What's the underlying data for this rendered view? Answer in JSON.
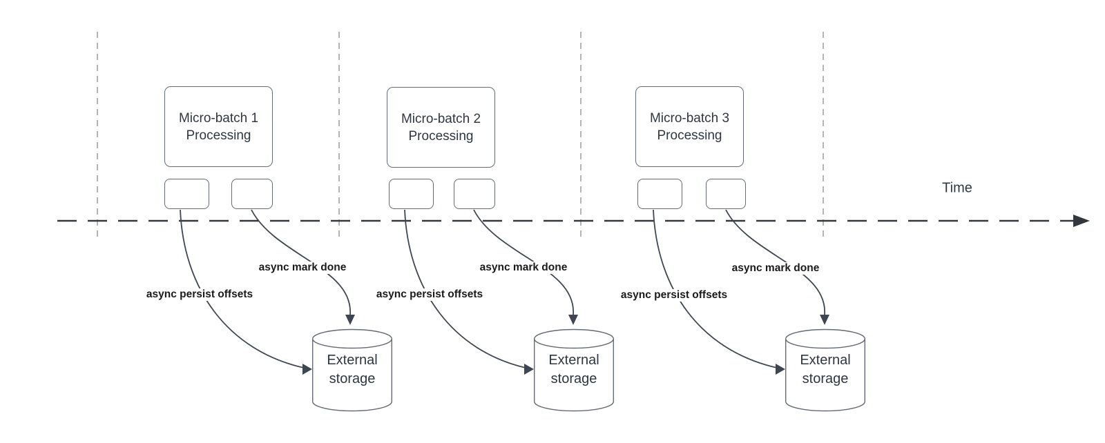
{
  "diagram": {
    "time_axis_label": "Time",
    "groups": [
      {
        "box_line1": "Micro-batch 1",
        "box_line2": "Processing",
        "persist_label": "async persist offsets",
        "markdone_label": "async mark done",
        "storage_line1": "External",
        "storage_line2": "storage"
      },
      {
        "box_line1": "Micro-batch 2",
        "box_line2": "Processing",
        "persist_label": "async persist offsets",
        "markdone_label": "async mark done",
        "storage_line1": "External",
        "storage_line2": "storage"
      },
      {
        "box_line1": "Micro-batch 3",
        "box_line2": "Processing",
        "persist_label": "async persist offsets",
        "markdone_label": "async mark done",
        "storage_line1": "External",
        "storage_line2": "storage"
      }
    ],
    "colors": {
      "axis": "#33373e",
      "guide": "#b4b4b4",
      "shape_stroke": "#626a74",
      "curve": "#3d4651",
      "label_text": "#1a1a1a",
      "box_text": "#2f3640"
    }
  }
}
